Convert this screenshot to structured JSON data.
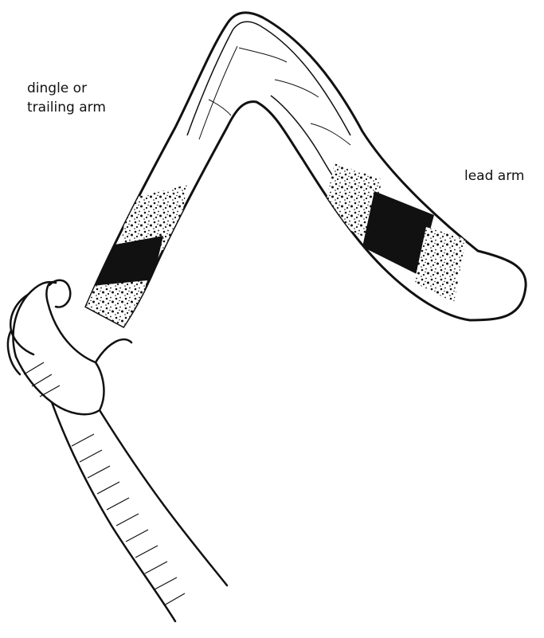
{
  "labels": {
    "trailing_arm_line1": "dingle or",
    "trailing_arm_line2": "trailing arm",
    "lead_arm": "lead arm"
  },
  "colors": {
    "ink": "#111111",
    "background": "#ffffff"
  }
}
